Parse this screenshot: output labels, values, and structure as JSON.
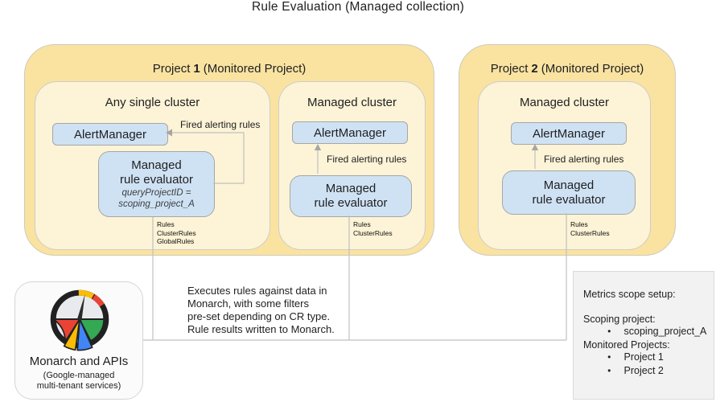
{
  "title": "Rule Evaluation (Managed collection)",
  "projects": [
    {
      "name_prefix": "Project",
      "number": "1",
      "name_suffix": "(Monitored Project)",
      "clusters": [
        {
          "title": "Any single cluster",
          "alertmanager_label": "AlertManager",
          "fired_label": "Fired alerting rules",
          "evaluator": {
            "line1": "Managed",
            "line2": "rule evaluator",
            "note1": "queryProjectID =",
            "note2": "scoping_project_A"
          },
          "rule_types": [
            "Rules",
            "ClusterRules",
            "GlobalRules"
          ]
        },
        {
          "title": "Managed cluster",
          "alertmanager_label": "AlertManager",
          "fired_label": "Fired alerting rules",
          "evaluator": {
            "line1": "Managed",
            "line2": "rule evaluator"
          },
          "rule_types": [
            "Rules",
            "ClusterRules"
          ]
        }
      ]
    },
    {
      "name_prefix": "Project",
      "number": "2",
      "name_suffix": "(Monitored Project)",
      "clusters": [
        {
          "title": "Managed cluster",
          "alertmanager_label": "AlertManager",
          "fired_label": "Fired alerting rules",
          "evaluator": {
            "line1": "Managed",
            "line2": "rule evaluator"
          },
          "rule_types": [
            "Rules",
            "ClusterRules"
          ]
        }
      ]
    }
  ],
  "monarch": {
    "title": "Monarch and APIs",
    "subtitle_line1": "(Google-managed",
    "subtitle_line2": "multi-tenant services)"
  },
  "note": {
    "line1": "Executes rules against data in",
    "line2": "Monarch, with some filters",
    "line3": "pre-set depending on CR type.",
    "line4": "Rule results written to Monarch."
  },
  "metrics_scope": {
    "title": "Metrics scope setup:",
    "scoping_label": "Scoping project:",
    "scoping_items": [
      "scoping_project_A"
    ],
    "monitored_label": "Monitored Projects:",
    "monitored_items": [
      "Project 1",
      "Project 2"
    ]
  },
  "colors": {
    "project_fill": "#FAE3A0",
    "cluster_fill": "#FDF3D6",
    "component_fill": "#CFE2F3",
    "connector": "#C0C0C0",
    "logo_red": "#EA4335",
    "logo_yellow": "#FBBC04",
    "logo_blue": "#4285F4",
    "logo_green": "#34A853"
  }
}
